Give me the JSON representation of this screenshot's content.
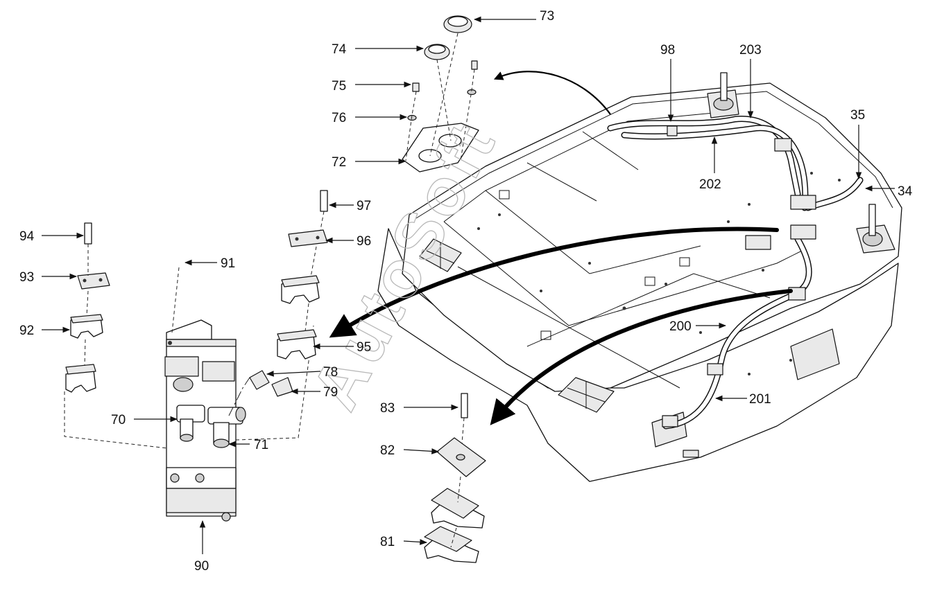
{
  "watermark": "AutoSoft",
  "callouts": [
    {
      "id": "73",
      "label": "73"
    },
    {
      "id": "74",
      "label": "74"
    },
    {
      "id": "75",
      "label": "75"
    },
    {
      "id": "76",
      "label": "76"
    },
    {
      "id": "72",
      "label": "72"
    },
    {
      "id": "97",
      "label": "97"
    },
    {
      "id": "96",
      "label": "96"
    },
    {
      "id": "94",
      "label": "94"
    },
    {
      "id": "93",
      "label": "93"
    },
    {
      "id": "91",
      "label": "91"
    },
    {
      "id": "92",
      "label": "92"
    },
    {
      "id": "95",
      "label": "95"
    },
    {
      "id": "78",
      "label": "78"
    },
    {
      "id": "79",
      "label": "79"
    },
    {
      "id": "70",
      "label": "70"
    },
    {
      "id": "71",
      "label": "71"
    },
    {
      "id": "90",
      "label": "90"
    },
    {
      "id": "83",
      "label": "83"
    },
    {
      "id": "82",
      "label": "82"
    },
    {
      "id": "81",
      "label": "81"
    },
    {
      "id": "98",
      "label": "98"
    },
    {
      "id": "203",
      "label": "203"
    },
    {
      "id": "202",
      "label": "202"
    },
    {
      "id": "35",
      "label": "35"
    },
    {
      "id": "34",
      "label": "34"
    },
    {
      "id": "200",
      "label": "200"
    },
    {
      "id": "201",
      "label": "201"
    }
  ]
}
